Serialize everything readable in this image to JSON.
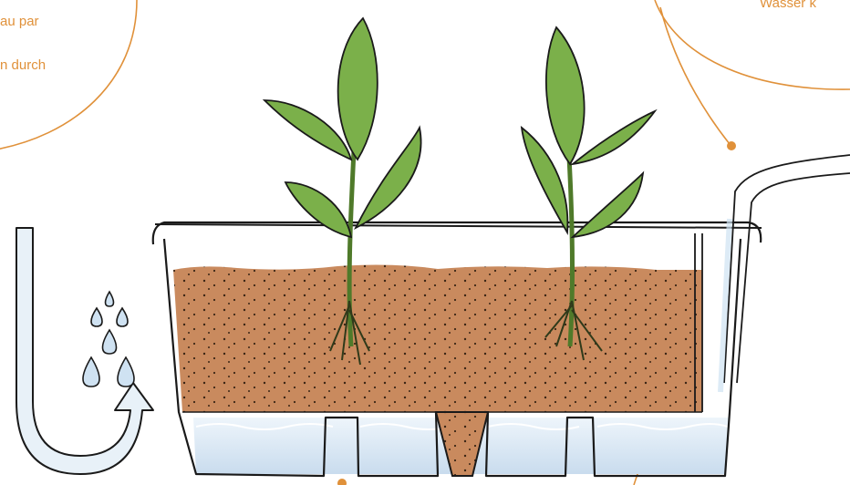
{
  "annotations": {
    "top_left_line1": "au par",
    "top_left_line2": "n durch",
    "top_right_line1": "Wasser k"
  },
  "colors": {
    "accent": "#e0913a",
    "soil": "#c98a5e",
    "water": "#d6e6f2",
    "leaf": "#7bb04a",
    "outline": "#1a1a1a"
  }
}
